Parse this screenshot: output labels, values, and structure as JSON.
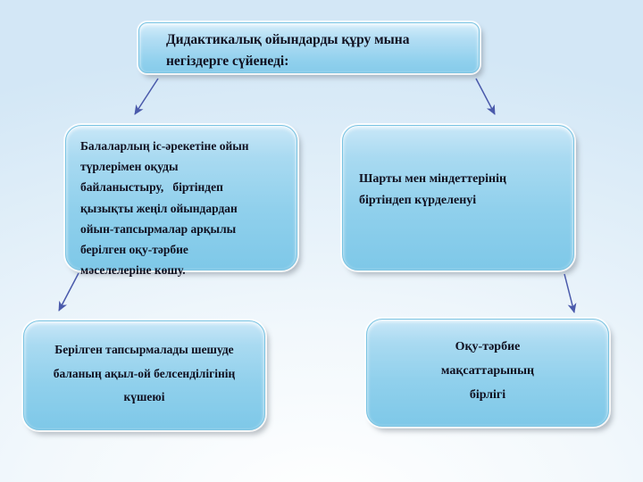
{
  "slide": {
    "title": {
      "text": "Дидактикалық ойындарды құру мына\nнегіздерге сүйенеді:"
    },
    "nodes": {
      "top_left": {
        "text": "Балаларлың іс-әрекетіне ойын\nтүрлерімен оқуды\nбайланыстыру,   біртіндеп\nқызықты жеңіл ойындардан\nойын-тапсырмалар арқылы\nберілген оқу-тәрбие\nмәселелеріне көшу."
      },
      "top_right": {
        "text": "Шарты мен міндеттерінің\nбіртіндеп күрделенуі"
      },
      "bottom_left": {
        "text": "Берілген тапсырмалады шешуде\nбаланың ақыл-ой белсенділігінің\nкүшеюі"
      },
      "bottom_right": {
        "text": "Оқу-тәрбие\nмақсаттарының\nбірлігі"
      }
    },
    "colors": {
      "arrow": "#4a5aab",
      "box_fill_top": "#c9e7f8",
      "box_fill_bottom": "#7ec8e8",
      "box_border": "#79c3e2",
      "text": "#101020"
    }
  }
}
